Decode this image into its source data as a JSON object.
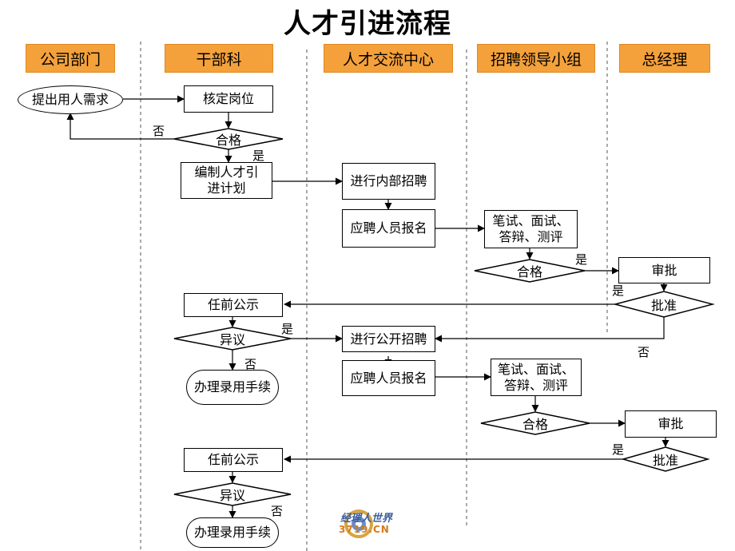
{
  "title": "人才引进流程",
  "lanes": [
    "公司部门",
    "干部科",
    "人才交流中心",
    "招聘领导小组",
    "总经理"
  ],
  "nodes": {
    "demand": "提出用人需求",
    "verify_post": "核定岗位",
    "qualified_1": "合格",
    "plan": "编制人才引\n进计划",
    "internal_recruit": "进行内部招聘",
    "apply_1": "应聘人员报名",
    "exam_1": "笔试、面试、\n答辩、测评",
    "qualified_2": "合格",
    "approve_1": "审批",
    "approved_1": "批准",
    "publicity_1": "任前公示",
    "objection_1": "异议",
    "hire_1": "办理录用手续",
    "public_recruit": "进行公开招聘",
    "apply_2": "应聘人员报名",
    "exam_2": "笔试、面试、\n答辩、测评",
    "qualified_3": "合格",
    "approve_2": "审批",
    "approved_2": "批准",
    "publicity_2": "任前公示",
    "objection_2": "异议",
    "hire_2": "办理录用手续"
  },
  "edge_labels": {
    "no": "否",
    "yes": "是"
  },
  "logo": {
    "line1": "经理人世界",
    "line2": "3719.CN"
  }
}
